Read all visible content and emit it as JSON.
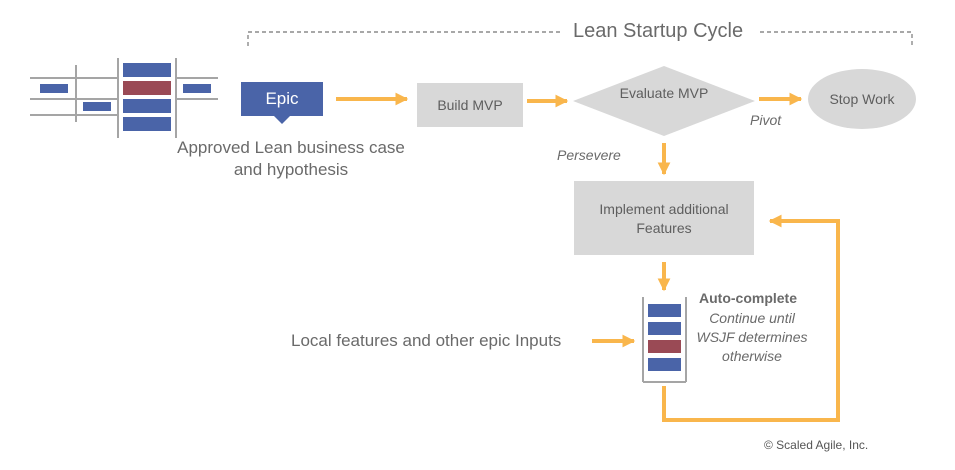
{
  "title": "Lean Startup Cycle",
  "nodes": {
    "epic": "Epic",
    "approved_caption": "Approved Lean business case and hypothesis",
    "build_mvp": "Build MVP",
    "evaluate_mvp": "Evaluate MVP",
    "stop_work": "Stop Work",
    "implement": "Implement additional Features",
    "local_inputs": "Local features and other epic Inputs",
    "auto_complete_title": "Auto-complete",
    "auto_complete_note": "Continue until WSJF determines otherwise"
  },
  "edges": {
    "pivot": "Pivot",
    "persevere": "Persevere"
  },
  "footer": {
    "copyright": "© Scaled Agile, Inc."
  },
  "colors": {
    "arrow": "#f9b64c",
    "epic_blue": "#4a64a8",
    "backlog_red": "#9a4a55",
    "box_gray": "#d8d8d8",
    "line_gray": "#a5a5a5",
    "dashed": "#8c8c8c"
  }
}
